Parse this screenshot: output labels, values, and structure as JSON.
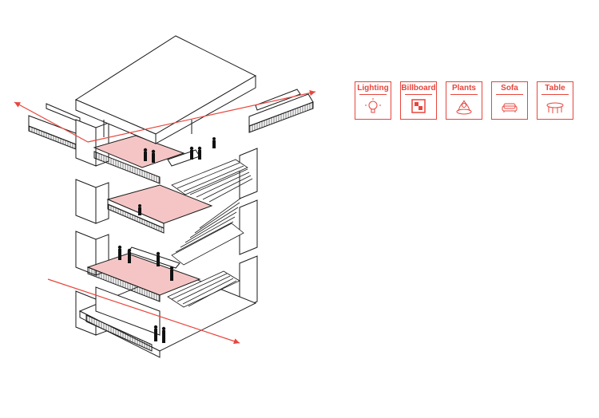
{
  "legend": {
    "items": [
      {
        "label": "Lighting",
        "icon": "lightbulb-icon"
      },
      {
        "label": "Billboard",
        "icon": "billboard-icon"
      },
      {
        "label": "Plants",
        "icon": "plants-icon"
      },
      {
        "label": "Sofa",
        "icon": "sofa-icon"
      },
      {
        "label": "Table",
        "icon": "table-icon"
      }
    ]
  },
  "colors": {
    "accent": "#e8453c",
    "highlight_fill": "#f5c5c5",
    "line": "#1a1a1a",
    "background": "#ffffff"
  }
}
